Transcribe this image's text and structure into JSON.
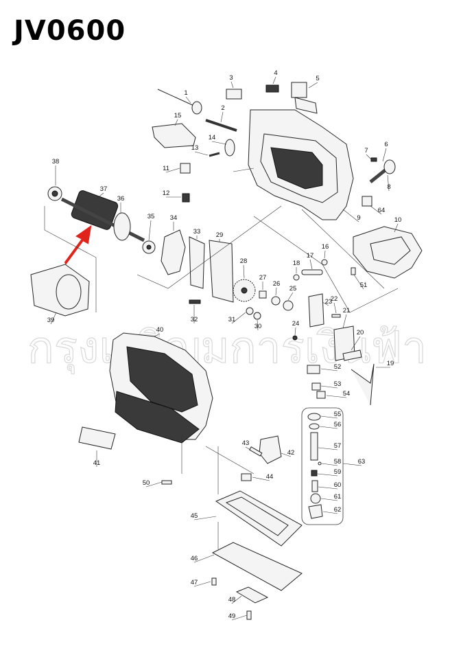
{
  "title": "JV0600",
  "watermark": "กรุงเจริญมการเงินฟ้า",
  "arrow_color": "#e0241c",
  "parts": [
    {
      "id": "1",
      "label": "1"
    },
    {
      "id": "2",
      "label": "2"
    },
    {
      "id": "3",
      "label": "3"
    },
    {
      "id": "4",
      "label": "4"
    },
    {
      "id": "5",
      "label": "5"
    },
    {
      "id": "6",
      "label": "6"
    },
    {
      "id": "7",
      "label": "7"
    },
    {
      "id": "8",
      "label": "8"
    },
    {
      "id": "9",
      "label": "9"
    },
    {
      "id": "10",
      "label": "10"
    },
    {
      "id": "11",
      "label": "11"
    },
    {
      "id": "12",
      "label": "12"
    },
    {
      "id": "13",
      "label": "13"
    },
    {
      "id": "14",
      "label": "14"
    },
    {
      "id": "15",
      "label": "15"
    },
    {
      "id": "16",
      "label": "16"
    },
    {
      "id": "17",
      "label": "17"
    },
    {
      "id": "18",
      "label": "18"
    },
    {
      "id": "19",
      "label": "19"
    },
    {
      "id": "20",
      "label": "20"
    },
    {
      "id": "21",
      "label": "21"
    },
    {
      "id": "22",
      "label": "22"
    },
    {
      "id": "23",
      "label": "23"
    },
    {
      "id": "24",
      "label": "24"
    },
    {
      "id": "25",
      "label": "25"
    },
    {
      "id": "26",
      "label": "26"
    },
    {
      "id": "27",
      "label": "27"
    },
    {
      "id": "28",
      "label": "28"
    },
    {
      "id": "29",
      "label": "29"
    },
    {
      "id": "30",
      "label": "30"
    },
    {
      "id": "31",
      "label": "31"
    },
    {
      "id": "32",
      "label": "32"
    },
    {
      "id": "33",
      "label": "33"
    },
    {
      "id": "34",
      "label": "34"
    },
    {
      "id": "35",
      "label": "35"
    },
    {
      "id": "36",
      "label": "36"
    },
    {
      "id": "37",
      "label": "37"
    },
    {
      "id": "38",
      "label": "38"
    },
    {
      "id": "39",
      "label": "39"
    },
    {
      "id": "40",
      "label": "40"
    },
    {
      "id": "41",
      "label": "41"
    },
    {
      "id": "42",
      "label": "42"
    },
    {
      "id": "43",
      "label": "43"
    },
    {
      "id": "44",
      "label": "44"
    },
    {
      "id": "45",
      "label": "45"
    },
    {
      "id": "46",
      "label": "46"
    },
    {
      "id": "47",
      "label": "47"
    },
    {
      "id": "48",
      "label": "48"
    },
    {
      "id": "49",
      "label": "49"
    },
    {
      "id": "50",
      "label": "50"
    },
    {
      "id": "51",
      "label": "51"
    },
    {
      "id": "52",
      "label": "52"
    },
    {
      "id": "53",
      "label": "53"
    },
    {
      "id": "54",
      "label": "54"
    },
    {
      "id": "55",
      "label": "55"
    },
    {
      "id": "56",
      "label": "56"
    },
    {
      "id": "57",
      "label": "57"
    },
    {
      "id": "58",
      "label": "58"
    },
    {
      "id": "59",
      "label": "59"
    },
    {
      "id": "60",
      "label": "60"
    },
    {
      "id": "61",
      "label": "61"
    },
    {
      "id": "62",
      "label": "62"
    },
    {
      "id": "63",
      "label": "63"
    },
    {
      "id": "64",
      "label": "64"
    }
  ]
}
